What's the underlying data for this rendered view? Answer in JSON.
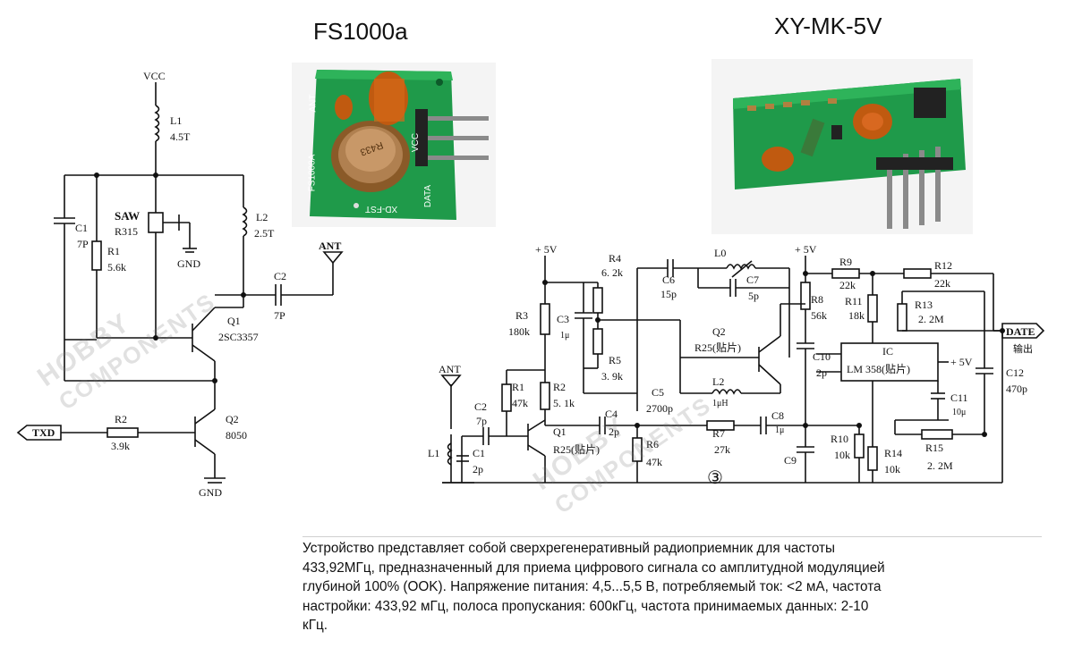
{
  "titles": {
    "left": "FS1000a",
    "right": "XY-MK-5V"
  },
  "transmitter": {
    "vcc": "VCC",
    "l1": "L1",
    "l1_val": "4.5T",
    "c1": "C1",
    "c1_val": "7P",
    "saw": "SAW",
    "saw_val": "R315",
    "r1": "R1",
    "r1_val": "5.6k",
    "gnd_top": "GND",
    "l2": "L2",
    "l2_val": "2.5T",
    "ant": "ANT",
    "c2": "C2",
    "c2_val": "7P",
    "q1": "Q1",
    "q1_val": "2SC3357",
    "txd": "TXD",
    "r2": "R2",
    "r2_val": "3.9k",
    "q2": "Q2",
    "q2_val": "8050",
    "gnd_bottom": "GND"
  },
  "transmitter_board": {
    "ant": "ANT",
    "model": "FS1000A",
    "vcc": "VCC",
    "data": "DATA",
    "xd": "XD-FST",
    "crystal": "R433"
  },
  "receiver": {
    "vplus_left": "+ 5V",
    "vplus_mid": "+ 5V",
    "vplus_ic": "+ 5V",
    "r4": "R4",
    "r4_val": "6. 2k",
    "c6": "C6",
    "c6_val": "15p",
    "l0": "L0",
    "c7": "C7",
    "c7_val": "5p",
    "r9": "R9",
    "r9_val": "22k",
    "r12": "R12",
    "r12_val": "22k",
    "r3": "R3",
    "r3_val": "180k",
    "c3": "C3",
    "c3_val": "1μ",
    "q2": "Q2",
    "q2_val": "R25(贴片)",
    "r8": "R8",
    "r8_val": "56k",
    "r11": "R11",
    "r11_val": "18k",
    "r13": "R13",
    "r13_val": "2. 2M",
    "date": "DATE",
    "date_sub": "输出",
    "r5": "R5",
    "r5_val": "3. 9k",
    "c10": "C10",
    "c10_val": "2p",
    "ic": "IC",
    "ic_val": "LM 358(贴片)",
    "c12": "C12",
    "c12_val": "470p",
    "ant": "ANT",
    "r1": "R1",
    "r1_val": "47k",
    "r2": "R2",
    "r2_val": "5. 1k",
    "c5": "C5",
    "c5_val": "2700p",
    "l2": "L2",
    "l2_val": "1μH",
    "c11": "C11",
    "c11_val": "10μ",
    "c2": "C2",
    "c2_val": "7p",
    "c4": "C4",
    "c4_val": "2p",
    "c8": "C8",
    "c8_val": "1μ",
    "q1": "Q1",
    "q1_val": "R25(贴片)",
    "r6": "R6",
    "r6_val": "47k",
    "r7": "R7",
    "r7_val": "27k",
    "r10": "R10",
    "r10_val": "10k",
    "r14": "R14",
    "r14_val": "10k",
    "r15": "R15",
    "r15_val": "2. 2M",
    "l1": "L1",
    "c1": "C1",
    "c1_val": "2p",
    "c9": "C9",
    "mark": "③"
  },
  "description": [
    "Устройство представляет собой сверхрегенеративный радиоприемник для частоты",
    "433,92МГц, предназначенный для приема цифрового сигнала со амплитудной модуляцией",
    "глубиной 100% (OOK). Напряжение питания: 4,5...5,5 В, потребляемый ток: <2 мА, частота",
    "настройки: 433,92 мГц, полоса пропускания: 600кГц, частота принимаемых данных: 2-10",
    "кГц."
  ],
  "watermark": {
    "line1": "HOBBY",
    "line2": "COMPONENTS"
  }
}
